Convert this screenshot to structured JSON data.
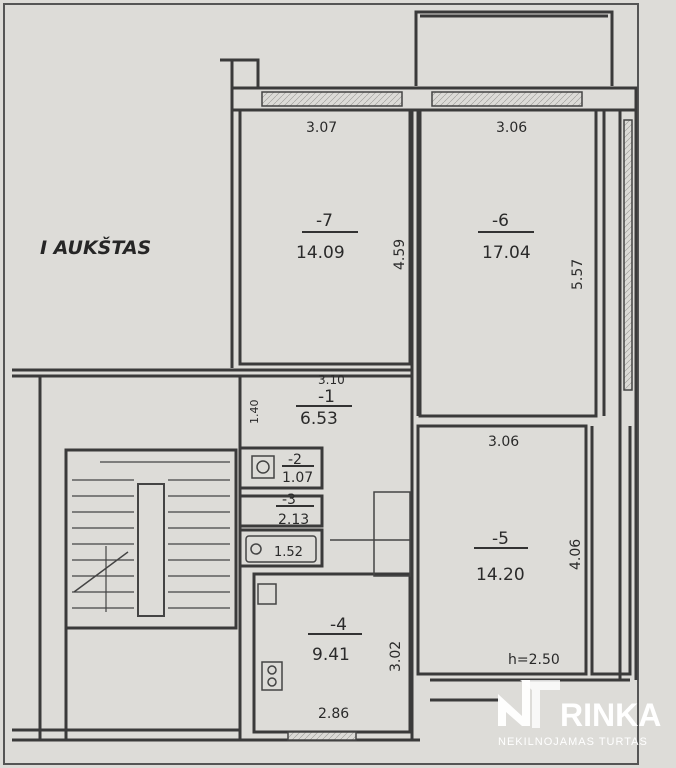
{
  "floor_label": "I AUKŠTAS",
  "rooms": [
    {
      "number": "-7",
      "area": "14.09"
    },
    {
      "number": "-6",
      "area": "17.04"
    },
    {
      "number": "-1",
      "area": "6.53"
    },
    {
      "number": "-2",
      "area": "1.07"
    },
    {
      "number": "-3",
      "area": "2.13"
    },
    {
      "number": "-5",
      "area": "14.20"
    },
    {
      "number": "-4",
      "area": "9.41"
    }
  ],
  "dimensions": {
    "room7_width": "3.07",
    "room6_width": "3.06",
    "room7_depth": "4.59",
    "room6_depth": "5.57",
    "hall_width": "3.10",
    "hall_depth": "1.40",
    "room5_width": "3.06",
    "room5_depth": "4.06",
    "bath_width": "1.52",
    "room4_depth": "3.02",
    "room4_width": "2.86",
    "ceiling_height": "h=2.50"
  },
  "watermark": {
    "brand_letter": "N",
    "brand_name": "RINKA",
    "tagline": "NEKILNOJAMAS TURTAS"
  }
}
